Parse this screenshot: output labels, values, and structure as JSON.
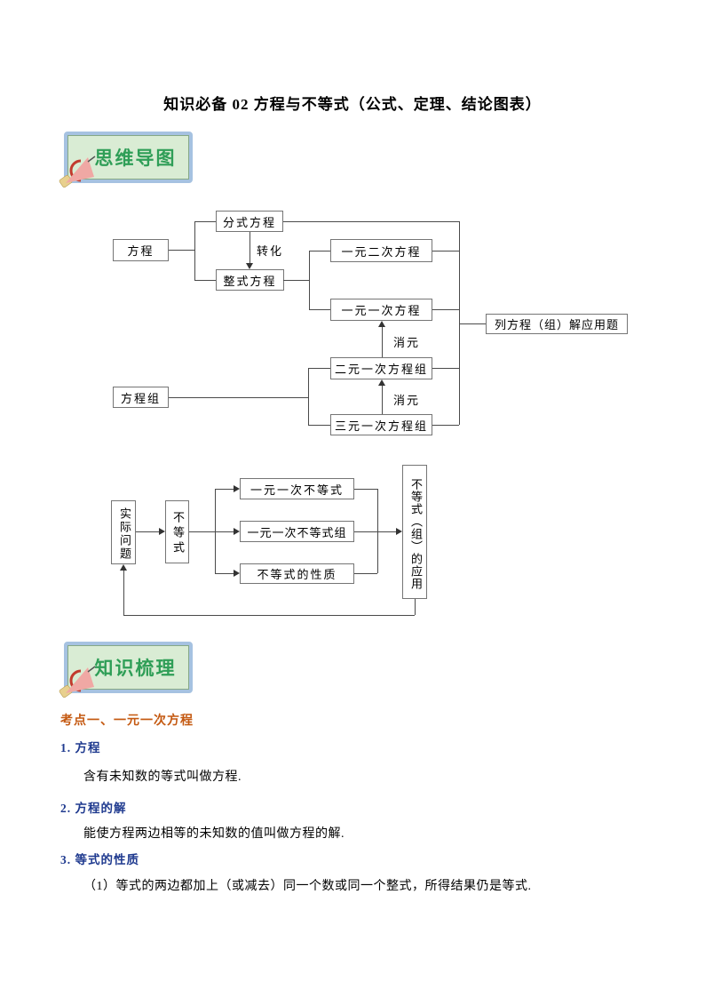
{
  "title": "知识必备 02 方程与不等式（公式、定理、结论图表）",
  "banners": {
    "mindmap": "思维导图",
    "knowledge": "知识梳理"
  },
  "diagram1": {
    "fangcheng": "方程",
    "fenshi": "分式方程",
    "zhengshi": "整式方程",
    "yuanerci": "一元二次方程",
    "yuanyici": "一元一次方程",
    "eryuanzu": "二元一次方程组",
    "sanyuanzu": "三元一次方程组",
    "fangchengzu": "方程组",
    "yingyongti": "列方程（组）解应用题",
    "zhuanhua": "转化",
    "xiaoyuan_upper": "消元",
    "xiaoyuan_lower": "消元"
  },
  "diagram2": {
    "shijiwenti": "实际问题",
    "budengshi": "不等式",
    "yiyuan_budengshi": "一元一次不等式",
    "yiyuan_budengshizu": "一元一次不等式组",
    "budengshi_xingzhi": "不等式的性质",
    "yingyong": "不等式（组）的应用"
  },
  "knowledge": {
    "kaodian": "考点一、一元一次方程",
    "items": [
      {
        "heading": "1. 方程",
        "body": "含有未知数的等式叫做方程."
      },
      {
        "heading": "2. 方程的解",
        "body": "能使方程两边相等的未知数的值叫做方程的解."
      },
      {
        "heading": "3. 等式的性质",
        "body": "（1）等式的两边都加上（或减去）同一个数或同一个整式，所得结果仍是等式."
      }
    ]
  },
  "colors": {
    "banner_border": "#a6c2e1",
    "banner_bg": "#d9ecd4",
    "banner_text": "#2f9e57",
    "kaodian_heading": "#c45911",
    "item_heading": "#1f3a8f",
    "diagram_line": "#4a4a4a",
    "box_border": "#757575",
    "megaphone_pink": "#f0a8a4",
    "megaphone_red": "#c23b2e",
    "megaphone_yellow": "#e8d08e"
  }
}
